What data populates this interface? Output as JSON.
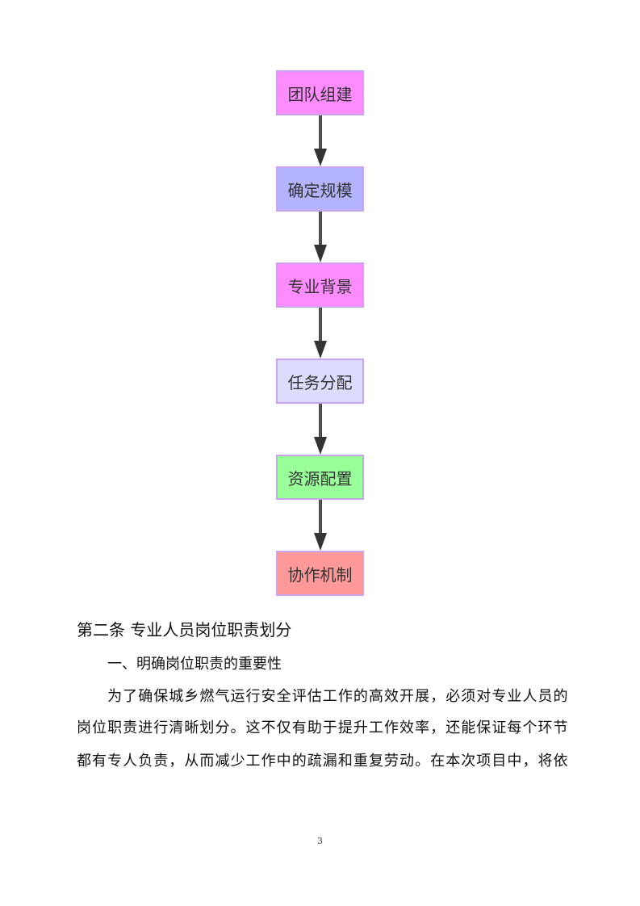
{
  "flowchart": {
    "steps": [
      {
        "label": "团队组建",
        "color": "#ff8cff"
      },
      {
        "label": "确定规模",
        "color": "#b3b3ff"
      },
      {
        "label": "专业背景",
        "color": "#ff8cff"
      },
      {
        "label": "任务分配",
        "color": "#dcdcff"
      },
      {
        "label": "资源配置",
        "color": "#99ff99"
      },
      {
        "label": "协作机制",
        "color": "#ff9999"
      }
    ],
    "border_color": "#c9a6ec",
    "arrow_color": "#333333"
  },
  "section": {
    "heading": "第二条  专业人员岗位职责划分",
    "subheading": "一、明确岗位职责的重要性",
    "paragraph_lines": [
      "　　为了确保城乡燃气运行安全评估工作的高效开展，必须对专业人员的",
      "岗位职责进行清晰划分。这不仅有助于提升工作效率，还能保证每个环节",
      "都有专人负责，从而减少工作中的疏漏和重复劳动。在本次项目中，将依"
    ]
  },
  "footer": {
    "page_number": "3"
  }
}
